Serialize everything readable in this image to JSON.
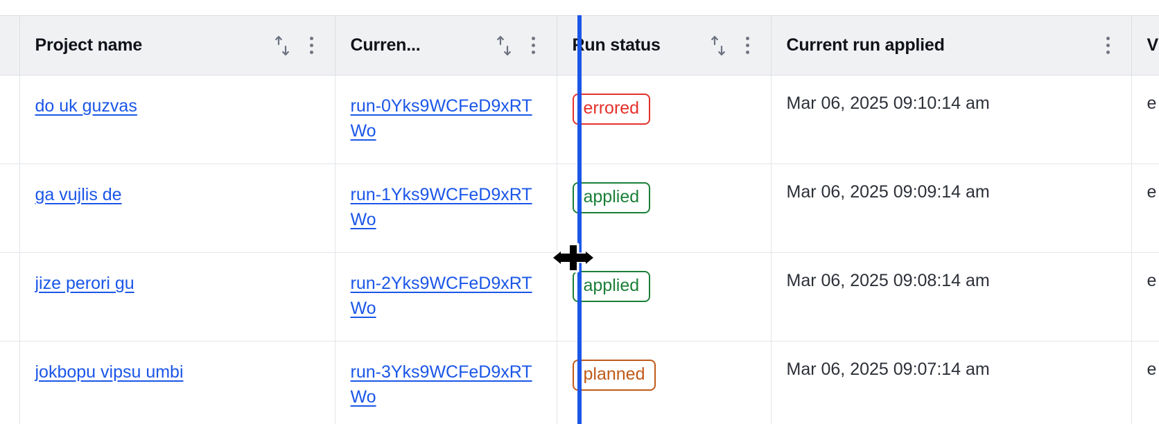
{
  "table": {
    "columns": [
      {
        "id": "gutter",
        "label": "",
        "sortable": false,
        "menu": false
      },
      {
        "id": "project",
        "label": "Project name",
        "sortable": true,
        "menu": true
      },
      {
        "id": "run",
        "label": "Curren...",
        "sortable": true,
        "menu": true
      },
      {
        "id": "status",
        "label": "Run status",
        "sortable": true,
        "menu": true
      },
      {
        "id": "applied",
        "label": "Current run applied",
        "sortable": false,
        "menu": true
      },
      {
        "id": "next",
        "label": "V",
        "sortable": false,
        "menu": false
      }
    ],
    "rows": [
      {
        "project": "do uk guzvas",
        "run": "run-0Yks9WCFeD9xRTWo",
        "status": "errored",
        "status_kind": "errored",
        "applied": "Mar 06, 2025 09:10:14 am",
        "next": "e"
      },
      {
        "project": "ga vujlis de",
        "run": "run-1Yks9WCFeD9xRTWo",
        "status": "applied",
        "status_kind": "applied",
        "applied": "Mar 06, 2025 09:09:14 am",
        "next": "e"
      },
      {
        "project": "jize perori gu",
        "run": "run-2Yks9WCFeD9xRTWo",
        "status": "applied",
        "status_kind": "applied",
        "applied": "Mar 06, 2025 09:08:14 am",
        "next": "e"
      },
      {
        "project": "jokbopu vipsu umbi",
        "run": "run-3Yks9WCFeD9xRTWo",
        "status": "planned",
        "status_kind": "planned",
        "applied": "Mar 06, 2025 09:07:14 am",
        "next": "e"
      }
    ]
  },
  "icons": {
    "sort": "sort-ascending-descending-icon",
    "menu": "column-options-kebab-icon",
    "cursor": "column-resize-cursor"
  },
  "interaction": {
    "mode": "column-resize-drag",
    "resize_line_color": "#1A56E8",
    "resize_line_x": 836
  },
  "colors": {
    "header_background": "#F0F1F3",
    "link": "#1A56E8",
    "errored": "#E5302A",
    "applied": "#1A7F37",
    "planned": "#C05A18",
    "border": "#DCDEE2"
  }
}
